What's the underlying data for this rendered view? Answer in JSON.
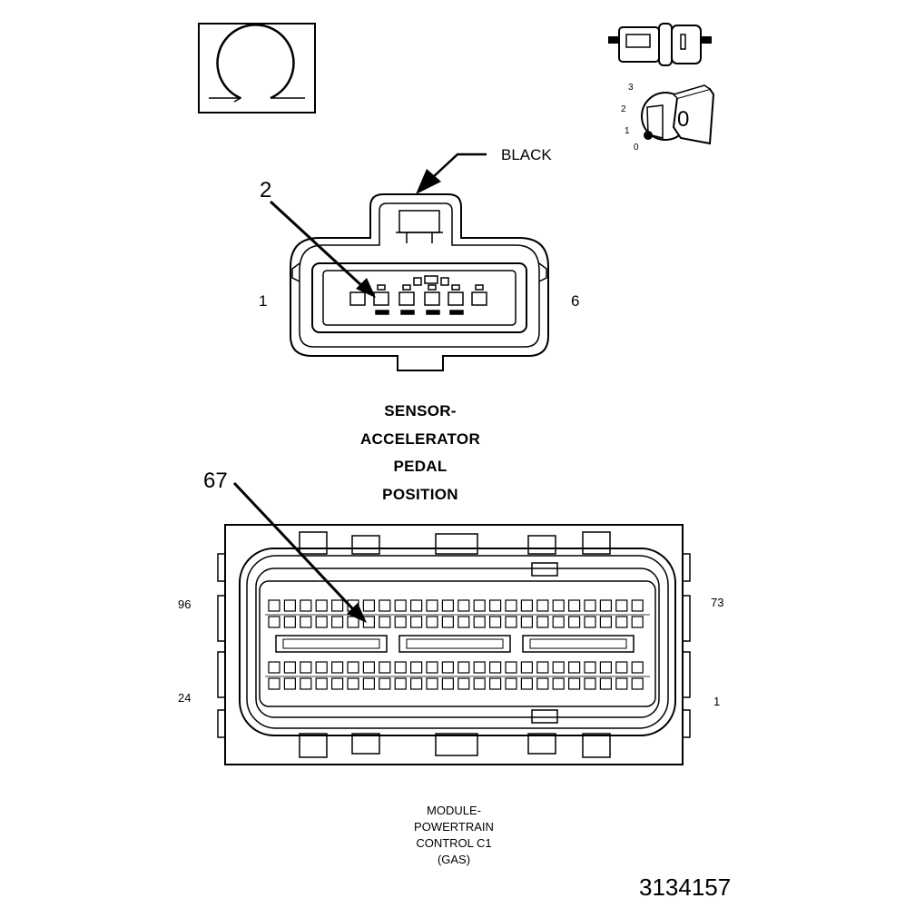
{
  "labels": {
    "black": "BLACK",
    "callout_2": "2",
    "sensor_pin_1": "1",
    "sensor_pin_6": "6",
    "sensor_name": [
      "SENSOR-",
      "ACCELERATOR",
      "PEDAL",
      "POSITION"
    ],
    "callout_67": "67",
    "pcm_pin_96": "96",
    "pcm_pin_73": "73",
    "pcm_pin_24": "24",
    "pcm_pin_1": "1",
    "pcm_name": [
      "MODULE-",
      "POWERTRAIN",
      "CONTROL C1",
      "(GAS)"
    ],
    "key_scale": [
      "3",
      "2",
      "1",
      "0"
    ],
    "key_letter": "0",
    "figure_number": "3134157"
  },
  "icons": [
    "omega-view-icon",
    "connector-plug-icon",
    "ignition-key-icon"
  ],
  "colors": {
    "line": "#000000",
    "background": "#ffffff"
  }
}
